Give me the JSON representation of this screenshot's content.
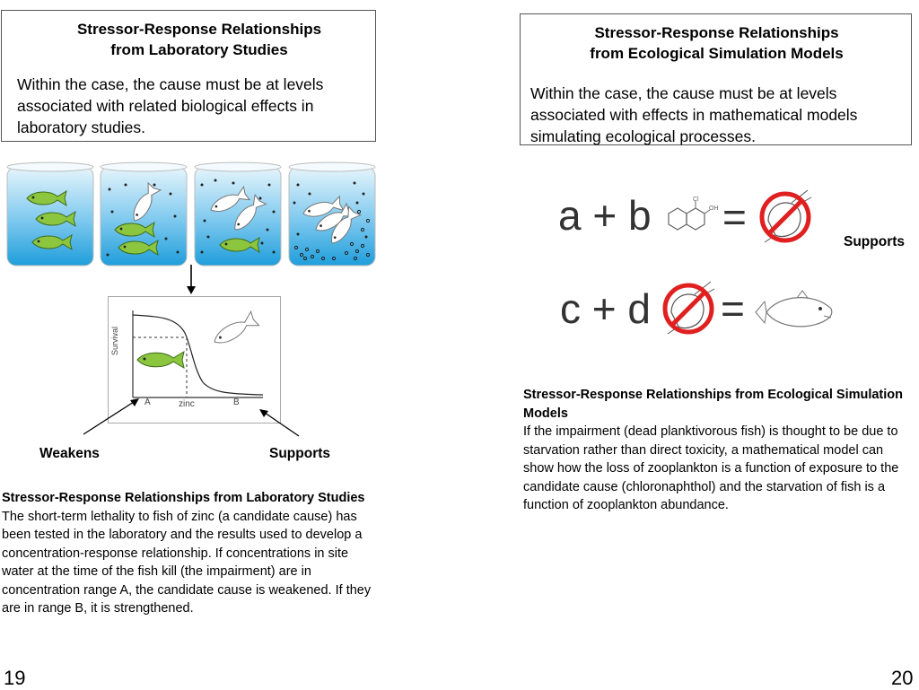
{
  "left": {
    "box": {
      "title": "Stressor-Response Relationships\nfrom Laboratory Studies",
      "body": "Within the case, the cause must be at levels associated with related biological effects in laboratory studies."
    },
    "graph": {
      "y_axis_label": "Survival",
      "x_axis_label": "zinc",
      "range_a": "A",
      "range_b": "B"
    },
    "weakens_label": "Weakens",
    "supports_label": "Supports",
    "notes_title": "Stressor-Response Relationships from Laboratory Studies",
    "notes_body": "The short-term lethality to fish of zinc (a candidate cause) has been tested in the laboratory and the results used to develop a concentration-response relationship. If concentrations in site water at the time of the fish kill (the impairment) are in concentration range A, the candidate cause is weakened.  If they are in range B, it is strengthened.",
    "page_number": "19"
  },
  "right": {
    "box": {
      "title": "Stressor-Response Relationships\nfrom Ecological Simulation Models",
      "body": "Within the case, the cause must be at levels associated with effects in mathematical models simulating ecological processes."
    },
    "equation1": {
      "lhs": "a + b",
      "eq": "="
    },
    "equation2": {
      "lhs": "c + d",
      "eq": "="
    },
    "molecule_labels": {
      "cl": "Cl",
      "oh": "OH"
    },
    "supports_label": "Supports",
    "notes_title": "Stressor-Response Relationships from Ecological Simulation Models",
    "notes_body": "If the impairment (dead planktivorous fish) is thought to be due to starvation rather than direct toxicity, a mathematical model can show how the loss of zooplankton is a function of exposure to the candidate cause (chloronaphthol) and the starvation of fish is a function of zooplankton abundance.",
    "page_number": "20"
  },
  "colors": {
    "water_top": "#d6eefa",
    "water_bottom": "#2aa6dd",
    "live_fish": "#8cc63f",
    "prohibit_red": "#e02020"
  }
}
